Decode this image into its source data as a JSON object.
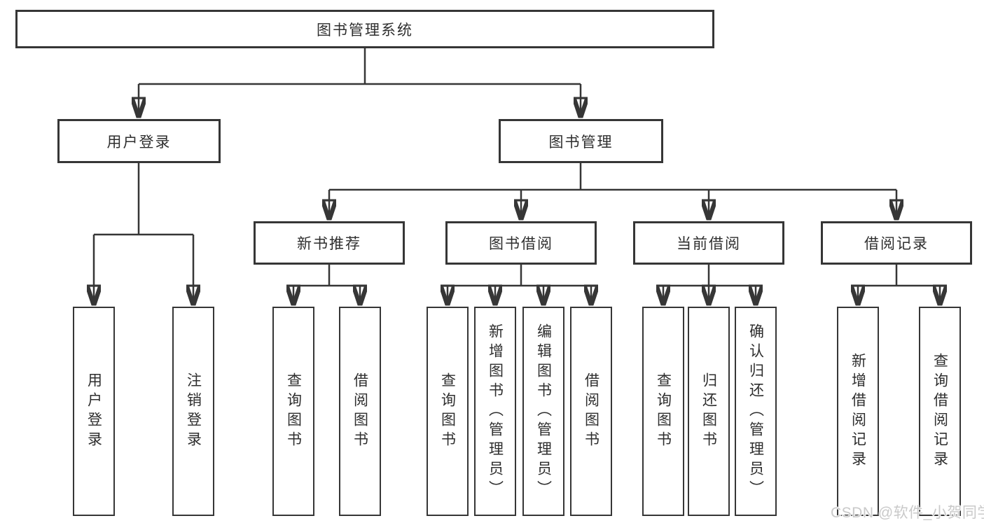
{
  "diagram_type": "hierarchy-tree",
  "colors": {
    "line": "#363636",
    "box_border": "#363636",
    "text": "#2e2e2e",
    "background": "#ffffff",
    "watermark": "#c9c9c9"
  },
  "watermark": {
    "text": "CSDN @软件_小贺同学"
  },
  "tree": {
    "label": "图书管理系统",
    "children": [
      {
        "label": "用户登录",
        "children": [
          {
            "label": "用户登录"
          },
          {
            "label": "注销登录"
          }
        ]
      },
      {
        "label": "图书管理",
        "children": [
          {
            "label": "新书推荐",
            "children": [
              {
                "label": "查询图书"
              },
              {
                "label": "借阅图书"
              }
            ]
          },
          {
            "label": "图书借阅",
            "children": [
              {
                "label": "查询图书"
              },
              {
                "label": "新增图书（管理员）"
              },
              {
                "label": "编辑图书（管理员）"
              },
              {
                "label": "借阅图书"
              }
            ]
          },
          {
            "label": "当前借阅",
            "children": [
              {
                "label": "查询图书"
              },
              {
                "label": "归还图书"
              },
              {
                "label": "确认归还（管理员）"
              }
            ]
          },
          {
            "label": "借阅记录",
            "children": [
              {
                "label": "新增借阅记录"
              },
              {
                "label": "查询借阅记录"
              }
            ]
          }
        ]
      }
    ]
  }
}
